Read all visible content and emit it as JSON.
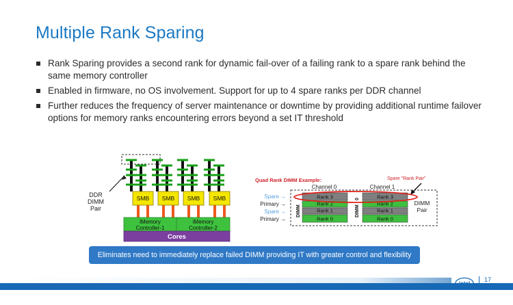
{
  "slide": {
    "title": "Multiple Rank Sparing",
    "bullets": [
      "Rank Sparing provides a second rank for dynamic fail-over of a failing rank to a spare rank behind the same memory controller",
      "Enabled in firmware, no OS involvement. Support for up to 4 spare ranks per DDR channel",
      "Further reduces the frequency of server maintenance or downtime by providing additional runtime failover options for memory ranks encountering errors beyond a set IT threshold"
    ],
    "callout": "Eliminates need to immediately replace failed DIMM providing IT with greater control and flexibility",
    "page_number": "17",
    "logo_text": "intel"
  },
  "left_diagram": {
    "ddr_label_lines": [
      "DDR",
      "DIMM",
      "Pair"
    ],
    "smb_labels": [
      "SMB",
      "SMB",
      "SMB",
      "SMB"
    ],
    "controllers": [
      [
        "iMemory",
        "Controller-1"
      ],
      [
        "iMemory",
        "Controller-2"
      ]
    ],
    "cores_label": "Cores",
    "colors": {
      "smb": "#f5e600",
      "controller": "#3ec23e",
      "cores": "#7b3fa0",
      "dimm_bar": "#18a018",
      "link": "#ee5a1e"
    }
  },
  "right_diagram": {
    "heading": "Quad Rank DIMM Example:",
    "spare_pair_label": "Spare \"Rank Pair\"",
    "channels": [
      "Channel 0",
      "Channel 1"
    ],
    "row_labels": [
      "Spare →",
      "Primary →",
      "Spare →",
      "Primary →"
    ],
    "ranks": [
      "Rank 3",
      "Rank 2",
      "Rank 1",
      "Rank 0"
    ],
    "dimm_label": "DIMM",
    "dimm_index": "0",
    "dimm_pair_label": [
      "DIMM",
      "Pair"
    ],
    "colors": {
      "heading": "#d0232a",
      "highlight": "#e0231c",
      "spare_text": "#5aa0e0",
      "rank_gray": "#7f7f7f",
      "rank_green": "#3fbf3f"
    }
  }
}
